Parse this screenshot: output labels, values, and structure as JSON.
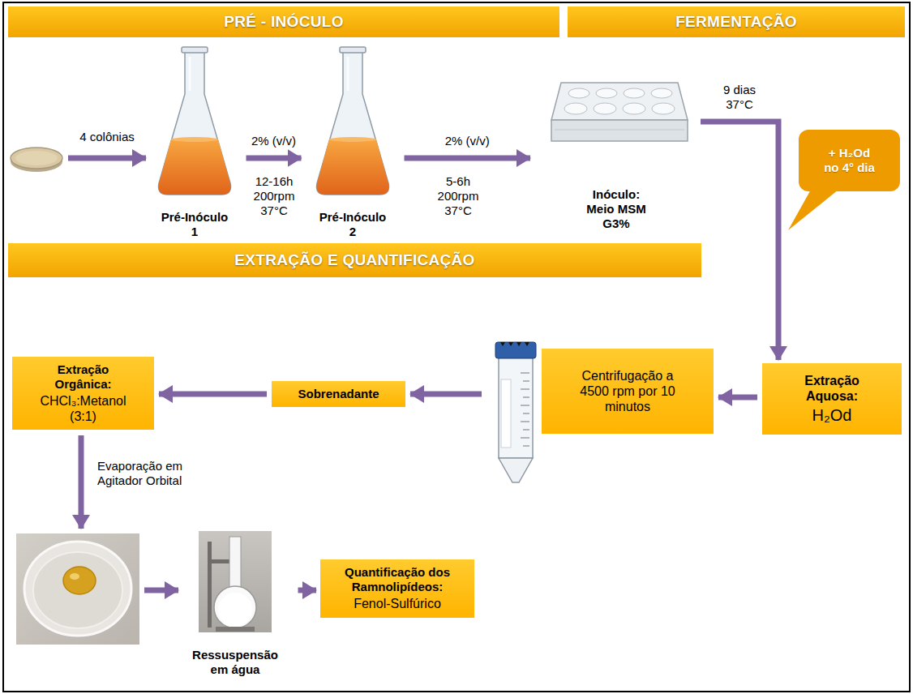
{
  "diagram": {
    "nodes": [
      {
        "text": [
          "PRÉ - INÓCULO"
        ]
      },
      {
        "text": [
          "FERMENTAÇÃO"
        ]
      },
      {
        "text": [
          "Pré-Inóculo 1"
        ]
      },
      {
        "text": [
          "Pré-Inóculo 2"
        ]
      },
      {
        "text": [
          "Inóculo: Meio MSM G3%"
        ]
      },
      {
        "text": [
          "+ H₂Od no 4° dia"
        ]
      },
      {
        "text": [
          "EXTRAÇÃO E QUANTIFICAÇÃO"
        ]
      },
      {
        "text": [
          "Extração Aquosa:",
          "H₂Od"
        ]
      },
      {
        "text": [
          "Centrifugação a 4500 rpm por 10 minutos"
        ]
      },
      {
        "text": [
          "Sobrenadante"
        ]
      },
      {
        "text": [
          "Extração Orgânica:",
          "CHCl₃:Metanol (3:1)"
        ]
      },
      {
        "text": [
          "Ressuspensão em água"
        ]
      },
      {
        "text": [
          "Quantificação dos Ramnolipídeos:",
          "Fenol-Sulfúrico"
        ]
      }
    ],
    "edges": [
      {
        "from": 2,
        "to": 3,
        "label": "2% (v/v)",
        "arrow": "to"
      },
      {
        "from": 3,
        "to": 4,
        "label": "2% (v/v)",
        "arrow": "to"
      },
      {
        "from": 4,
        "to": 7,
        "label": "9 dias 37°C",
        "arrow": "to"
      },
      {
        "from": 7,
        "to": 8,
        "arrow": "to"
      },
      {
        "from": 8,
        "to": 9,
        "arrow": "to"
      },
      {
        "from": 9,
        "to": 10,
        "arrow": "to"
      },
      {
        "from": 11,
        "to": 12,
        "arrow": "to"
      }
    ],
    "labels": [
      "4 colônias",
      "12-16h 200rpm 37°C",
      "5-6h 200rpm 37°C",
      "Evaporação em Agitador Orbital"
    ]
  }
}
